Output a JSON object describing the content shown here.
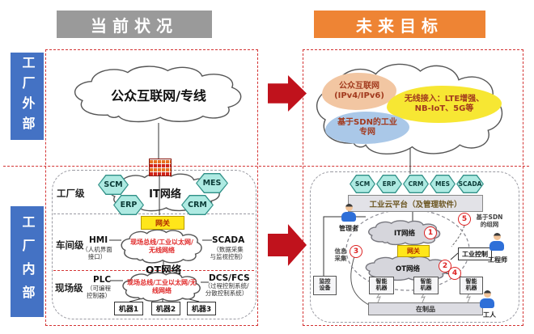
{
  "titles": {
    "current": "当前状况",
    "future": "未来目标"
  },
  "side_labels": {
    "outside": "工厂外部",
    "inside": "工厂内部"
  },
  "colors": {
    "header_gray": "#9a9a9a",
    "header_orange": "#ee8434",
    "side_blue": "#4472c4",
    "arrow_red": "#c0121c",
    "dashed_red": "#d43434",
    "hex_fill": "#aeeae2",
    "gateway_yellow": "#ffe61a",
    "red_text": "#e02828",
    "blob_peach": "#f2c6a2",
    "blob_yellow": "#f7e733",
    "blob_blue": "#aac8e8"
  },
  "current": {
    "external_cloud": "公众互联网/专线",
    "level_labels": {
      "factory": "工厂级",
      "workshop": "车间级",
      "field": "现场级"
    },
    "hexagons": [
      "SCM",
      "MES",
      "ERP",
      "CRM"
    ],
    "it_network": "IT网络",
    "gateway": "网关",
    "workshop": {
      "left_title": "HMI",
      "left_sub_line1": "（人机界面",
      "left_sub_line2": "接口）",
      "cloud_line1": "现场总线/工业以太网/",
      "cloud_line2": "无线网络",
      "right_title": "SCADA",
      "right_sub_line1": "（数据采集",
      "right_sub_line2": "与监视控制）"
    },
    "ot_network": "OT网络",
    "field": {
      "left_title": "PLC",
      "left_sub_line1": "（可编程",
      "left_sub_line2": "控制器）",
      "cloud_line1": "现场总线/工业以太网/无",
      "cloud_line2": "线网络",
      "right_title": "DCS/FCS",
      "right_sub_line1": "（过程控制系统/",
      "right_sub_line2": "分散控制系统）"
    },
    "machines": [
      "机器1",
      "机器2",
      "机器3"
    ]
  },
  "future": {
    "cloud_blobs": {
      "internet_line1": "公众互联网",
      "internet_line2": "(IPv4/IPv6)",
      "wireless_line1": "无线接入：LTE增强、",
      "wireless_line2": "NB-IoT、5G等",
      "sdn_line1": "基于SDN的工业",
      "sdn_line2": "专网"
    },
    "hexagons": [
      "SCM",
      "ERP",
      "CRM",
      "MES",
      "SCADA"
    ],
    "cloud_platform": "工业云平台（及管理软件）",
    "roles": {
      "manager": "管理者",
      "engineer": "工程师",
      "worker": "工人"
    },
    "it_network": "IT网络",
    "gateway": "网关",
    "ot_network": "OT网络",
    "info_collection": {
      "line1": "信息",
      "line2": "采集"
    },
    "sdn_note": {
      "line1": "基于SDN",
      "line2": "的组网"
    },
    "industrial_control": "工业控制",
    "monitor_device": {
      "line1": "监控",
      "line2": "设备"
    },
    "smart_machine": {
      "line1": "智能",
      "line2": "机器"
    },
    "wip_bar": "在制品",
    "badges": [
      "1",
      "2",
      "3",
      "4",
      "5"
    ]
  }
}
